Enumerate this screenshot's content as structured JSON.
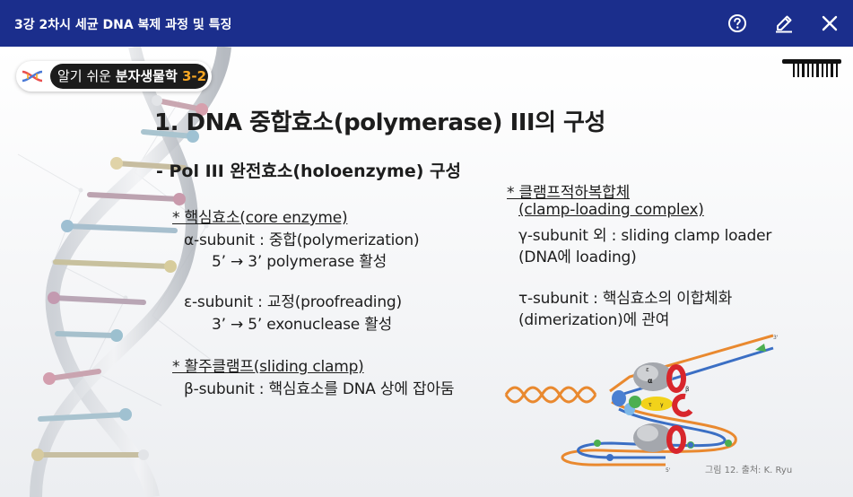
{
  "header": {
    "title": "3강 2차시 세균 DNA 복제 과정 및 특징",
    "help_icon": "question-circle-icon",
    "edit_icon": "pencil-icon",
    "close_icon": "close-icon"
  },
  "badge": {
    "prefix": "알기 쉬운 ",
    "name": "분자생물학",
    "number": " 3-2"
  },
  "slide": {
    "title": "1. DNA 중합효소(polymerase) III의 구성",
    "subtitle": "- Pol III 완전효소(holoenzyme) 구성",
    "left": {
      "core_title": "* 핵심효소(core enzyme)",
      "alpha_line": "α-subunit : 중합(polymerization)",
      "alpha_detail": "5’ → 3’ polymerase 활성",
      "epsilon_line": "ε-subunit : 교정(proofreading)",
      "epsilon_detail": "3’ → 5’ exonuclease 활성",
      "clamp_title": "* 활주클램프(sliding clamp)",
      "beta_line": "β-subunit : 핵심효소를 DNA 상에 잡아둠"
    },
    "right": {
      "complex_title_1": "* 클램프적하복합체",
      "complex_title_2": "(clamp-loading complex)",
      "gamma_line_1": "γ-subunit 외 : sliding clamp loader",
      "gamma_line_2": "(DNA에 loading)",
      "tau_line_1": "τ-subunit : 핵심효소의 이합체화",
      "tau_line_2": "(dimerization)에 관여"
    },
    "figure": {
      "label_3prime": "3'",
      "label_5prime": "5'",
      "label_epsilon": "ε",
      "label_alpha": "α",
      "label_beta": "β",
      "label_tau": "τ",
      "label_gamma": "γ"
    },
    "caption": "그림 12. 출처: K. Ryu"
  },
  "colors": {
    "header_bg": "#1b2e8c",
    "accent_orange": "#f6a623",
    "strand_orange": "#e9892f",
    "strand_blue": "#3b6fc4",
    "clamp_red": "#d8262c"
  }
}
